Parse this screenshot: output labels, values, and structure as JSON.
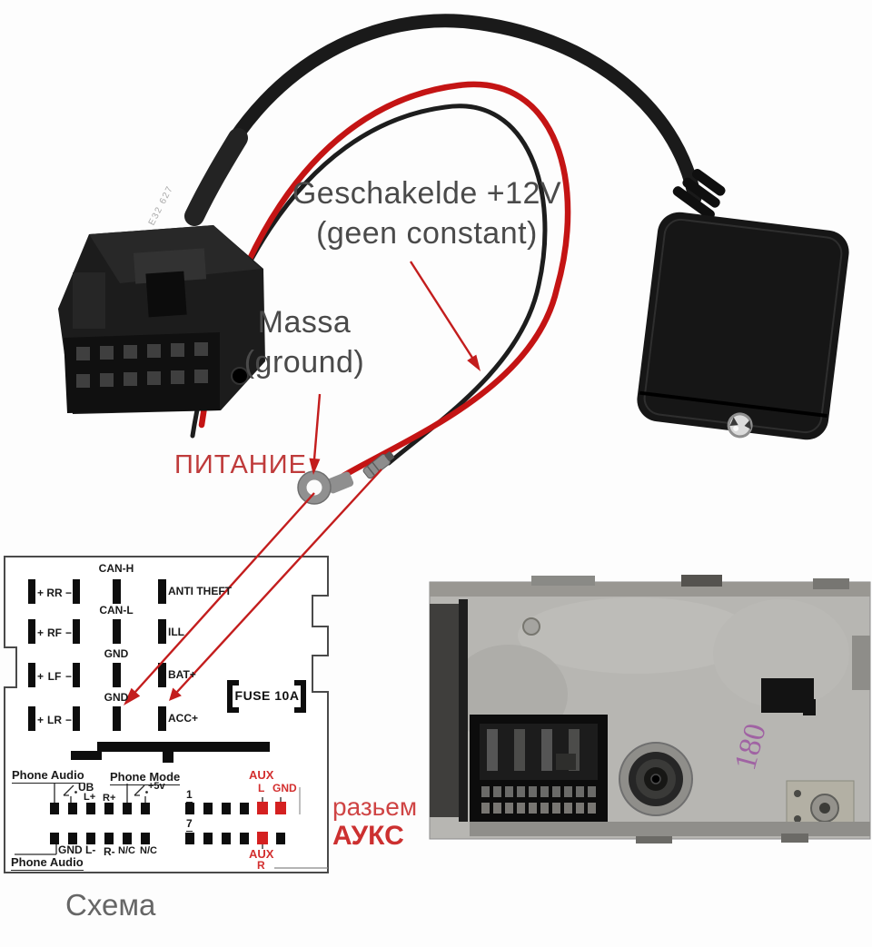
{
  "annotations": {
    "switched12v_1": "Geschakelde +12V",
    "switched12v_2": "(geen constant)",
    "massa_1": "Massa",
    "massa_2": "(ground)",
    "power": "ПИТАНИЕ",
    "aux_connector_1": "разьем",
    "aux_connector_2": "АУКС",
    "caption": "Схема",
    "cable_marking": "E32 627"
  },
  "diagram": {
    "polarity": {
      "plus": "+",
      "minus": "−"
    },
    "speaker_rows": [
      "RR",
      "RF",
      "LF",
      "LR"
    ],
    "center_labels": [
      "CAN-H",
      "CAN-L",
      "GND",
      "GND"
    ],
    "right_labels": [
      "ANTI THEFT",
      "ILL",
      "BAT+",
      "ACC+"
    ],
    "fuse": "FUSE 10A",
    "phone": {
      "audio_top": "Phone Audio",
      "ub": "UB",
      "l_plus": "L+",
      "r_plus": "R+",
      "mode": "Phone Mode",
      "v5": "+5v",
      "row1": "1",
      "row7": "7",
      "gnd": "GND",
      "l_minus": "L-",
      "r_minus": "R-",
      "nc1": "N/C",
      "nc2": "N/C",
      "audio_bottom": "Phone Audio"
    },
    "aux": {
      "title": "AUX",
      "l": "L",
      "gnd": "GND",
      "title2": "AUX",
      "r": "R"
    }
  },
  "radio": {
    "handwriting": "180"
  },
  "colors": {
    "annotation_red": "#c31d1d",
    "aux_pin_red": "#d42020",
    "text_gray": "#4a4a4a",
    "caption_gray": "#666666"
  }
}
